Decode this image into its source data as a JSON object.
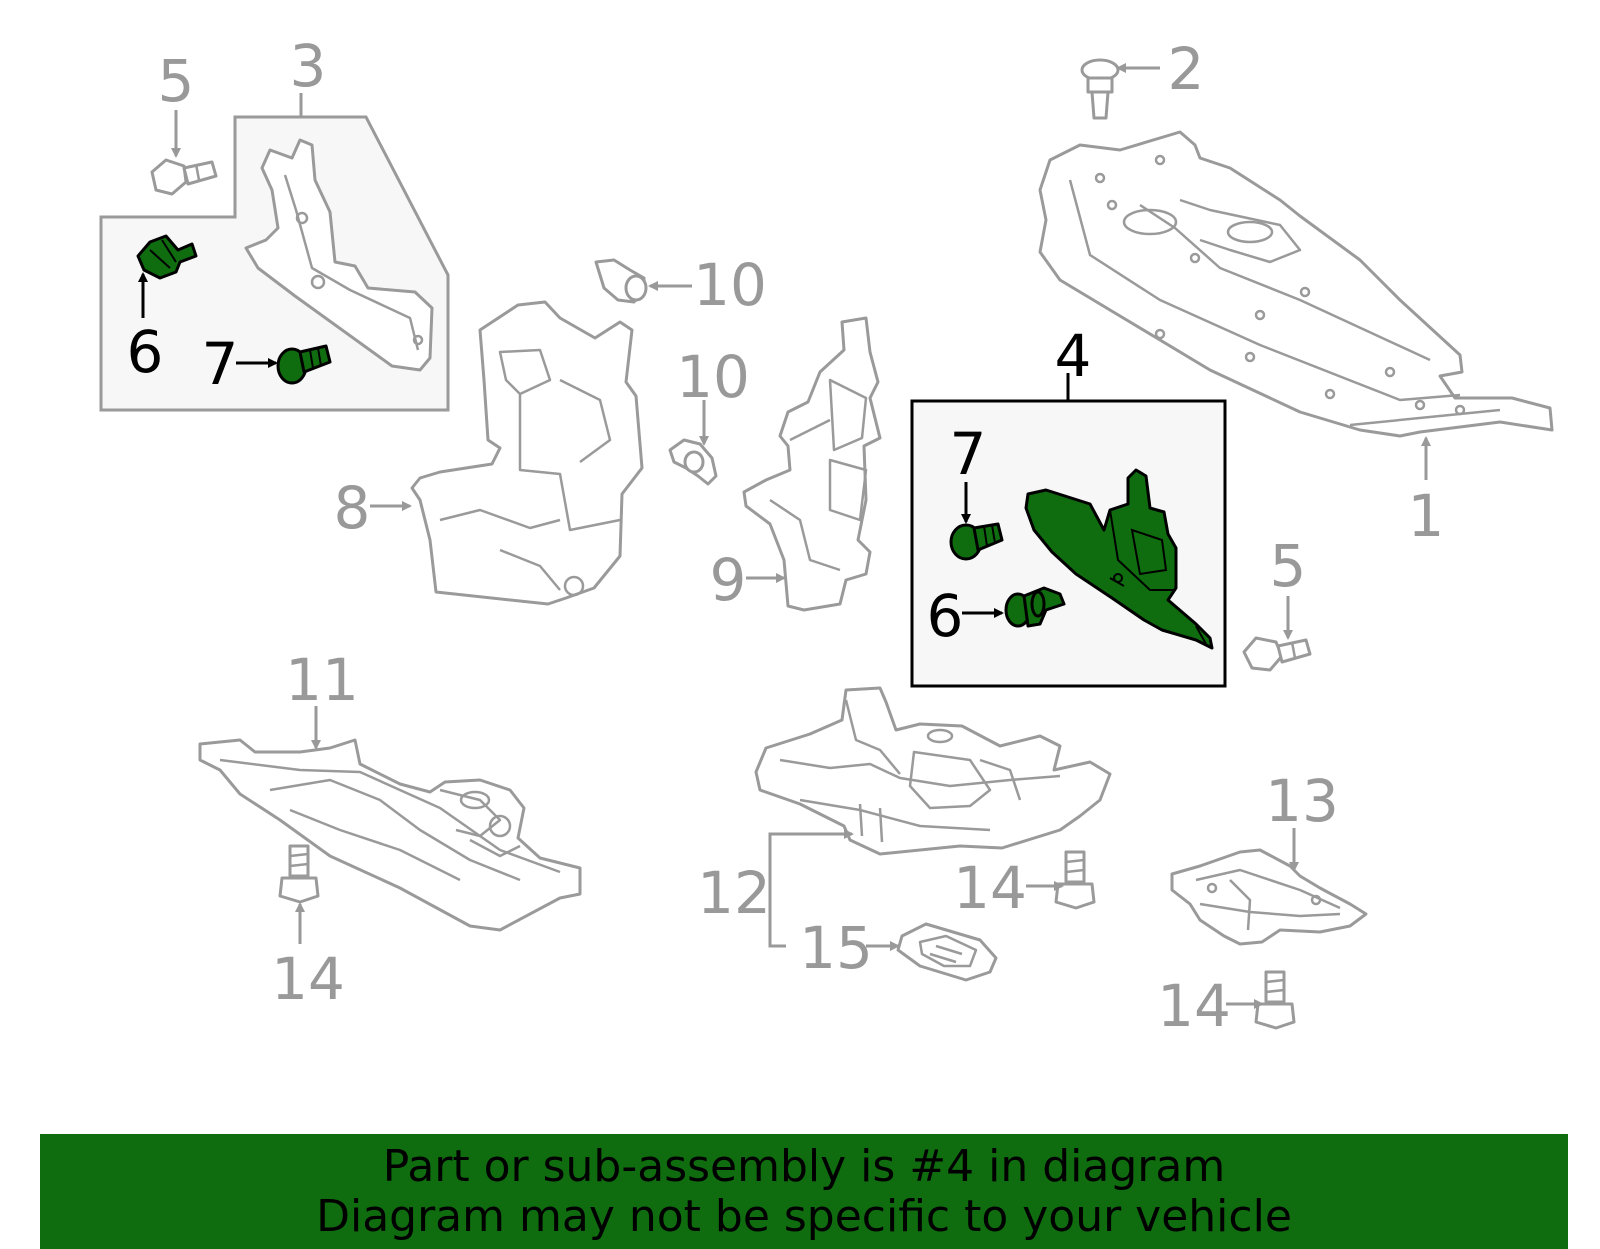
{
  "callouts": {
    "c1": "1",
    "c2": "2",
    "c3": "3",
    "c4": "4",
    "c5a": "5",
    "c5b": "5",
    "c6a": "6",
    "c6b": "6",
    "c7a": "7",
    "c7b": "7",
    "c8": "8",
    "c9": "9",
    "c10a": "10",
    "c10b": "10",
    "c11": "11",
    "c12": "12",
    "c13": "13",
    "c14a": "14",
    "c14b": "14",
    "c14c": "14",
    "c15": "15"
  },
  "banner": {
    "line1": "Part or sub-assembly is #4 in diagram",
    "line2": "Diagram may not be specific to your vehicle"
  },
  "colors": {
    "highlight": "#0f6d0f",
    "banner": "#0f6d0f",
    "line_art": "#9a9a9a",
    "box_fill": "#f7f7f7"
  }
}
